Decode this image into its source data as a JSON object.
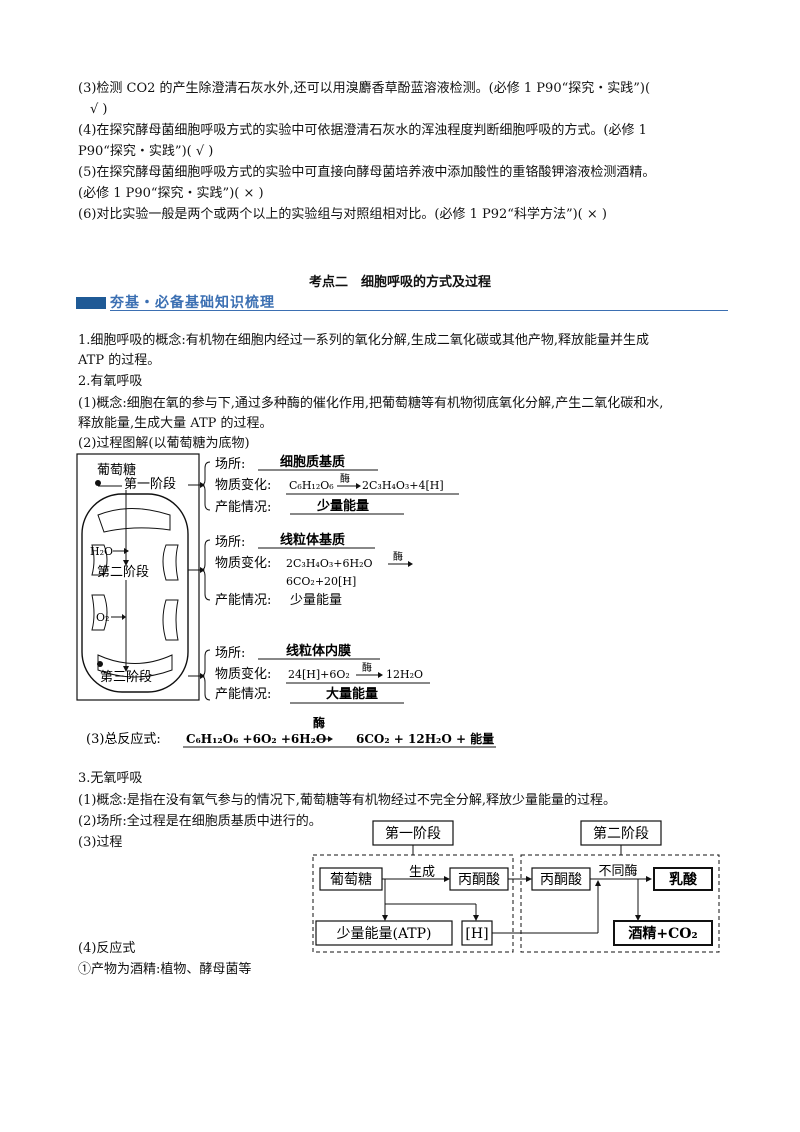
{
  "judgments": [
    {
      "line1": "(3)检测 CO2 的产生除澄清石灰水外,还可以用溴麝香草酚蓝溶液检测。(必修 1 P90“探究・实践”)(",
      "line2": "√ )"
    },
    {
      "line1": "(4)在探究酵母菌细胞呼吸方式的实验中可依据澄清石灰水的浑浊程度判断细胞呼吸的方式。(必修 1",
      "line2": "P90“探究・实践”)( √ )"
    },
    {
      "line1": "(5)在探究酵母菌细胞呼吸方式的实验中可直接向酵母菌培养液中添加酸性的重铬酸钾溶液检测酒精。",
      "line2": "(必修 1 P90“探究・实践”)( × )"
    },
    {
      "line1": "(6)对比实验一般是两个或两个以上的实验组与对照组相对比。(必修 1 P92“科学方法”)( × )",
      "line2": ""
    }
  ],
  "section_title": "考点二　细胞呼吸的方式及过程",
  "banner_label": "夯基・必备基础知识梳理",
  "p1": [
    "1.细胞呼吸的概念:有机物在细胞内经过一系列的氧化分解,生成二氧化碳或其他产物,释放能量并生成",
    "ATP 的过程。"
  ],
  "aerobic_heading": "2.有氧呼吸",
  "aerobic_concept": [
    "(1)概念:细胞在氧的参与下,通过多种酶的催化作用,把葡萄糖等有机物彻底氧化分解,产生二氧化碳和水,",
    "释放能量,生成大量 ATP 的过程。"
  ],
  "aerobic_diagram_caption": "(2)过程图解(以葡萄糖为底物)",
  "mito": {
    "glucose": "葡萄糖",
    "h2o": "H₂O",
    "o2": "O₂",
    "stages": [
      {
        "label": "第一阶段",
        "site_key": "场所:",
        "site_val": "细胞质基质",
        "chg_key": "物质变化:",
        "chg_val": "C₆H₁₂O₆ →酶→ 2C₃H₄O₃+4[H]",
        "energy_key": "产能情况:",
        "energy_val": "少量能量"
      },
      {
        "label": "第二阶段",
        "site_key": "场所:",
        "site_val": "线粒体基质",
        "chg_key": "物质变化:",
        "chg_val": "2C₃H₄O₃+6H₂O →酶→",
        "chg_val2": "6CO₂+20[H]",
        "energy_key": "产能情况:",
        "energy_val": "少量能量"
      },
      {
        "label": "第三阶段",
        "site_key": "场所:",
        "site_val": "线粒体内膜",
        "chg_key": "物质变化:",
        "chg_val": "24[H]+6O₂ →酶→ 12H₂O",
        "energy_key": "产能情况:",
        "energy_val": "大量能量"
      }
    ],
    "enzyme": "酶"
  },
  "total_label": "(3)总反应式:",
  "total_eq_left": "C₆H₁₂O₆ +6O₂ +6H₂O",
  "total_eq_enzyme": "酶",
  "total_eq_right": "6CO₂ + 12H₂O + 能量",
  "anaerobic_heading": "3.无氧呼吸",
  "anaerobic_concept": "(1)概念:是指在没有氧气参与的情况下,葡萄糖等有机物经过不完全分解,释放少量能量的过程。",
  "anaerobic_site": "(2)场所:全过程是在细胞质基质中进行的。",
  "anaerobic_process": "(3)过程",
  "flow": {
    "stage1": "第一阶段",
    "stage2": "第二阶段",
    "glucose": "葡萄糖",
    "gen": "生成",
    "pyruvate_a": "丙酮酸",
    "pyruvate_b": "丙酮酸",
    "diff_enzyme": "不同酶",
    "lactic": "乳酸",
    "atp": "少量能量(ATP)",
    "h": "[H]",
    "alcohol": "酒精+CO₂"
  },
  "reaction_heading": "(4)反应式",
  "reaction_1": "①产物为酒精:植物、酵母菌等"
}
